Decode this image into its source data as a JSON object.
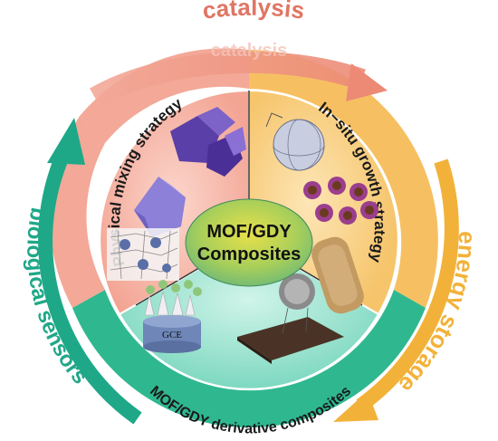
{
  "outer_labels": {
    "top": "catalysis",
    "top_ghost": "catalysis",
    "right": "energy storage",
    "left": "biological sensors"
  },
  "ring_labels": {
    "left": "Physical mixing strategy",
    "right": "In−situ growth strategy",
    "bottom": "MOF/GDY derivative composites"
  },
  "center": {
    "line1": "MOF/GDY",
    "line2": "Composites"
  },
  "electrode_label": "GCE",
  "colors": {
    "catalysis": "#e8826f",
    "energy": "#f2b23a",
    "sensors": "#1fa888",
    "sector_left": "#f4a898",
    "sector_right": "#f8cf84",
    "sector_bottom": "#8fe0cc",
    "center_fill": "#6fbf7a",
    "center_fill2": "#f0d24a"
  }
}
